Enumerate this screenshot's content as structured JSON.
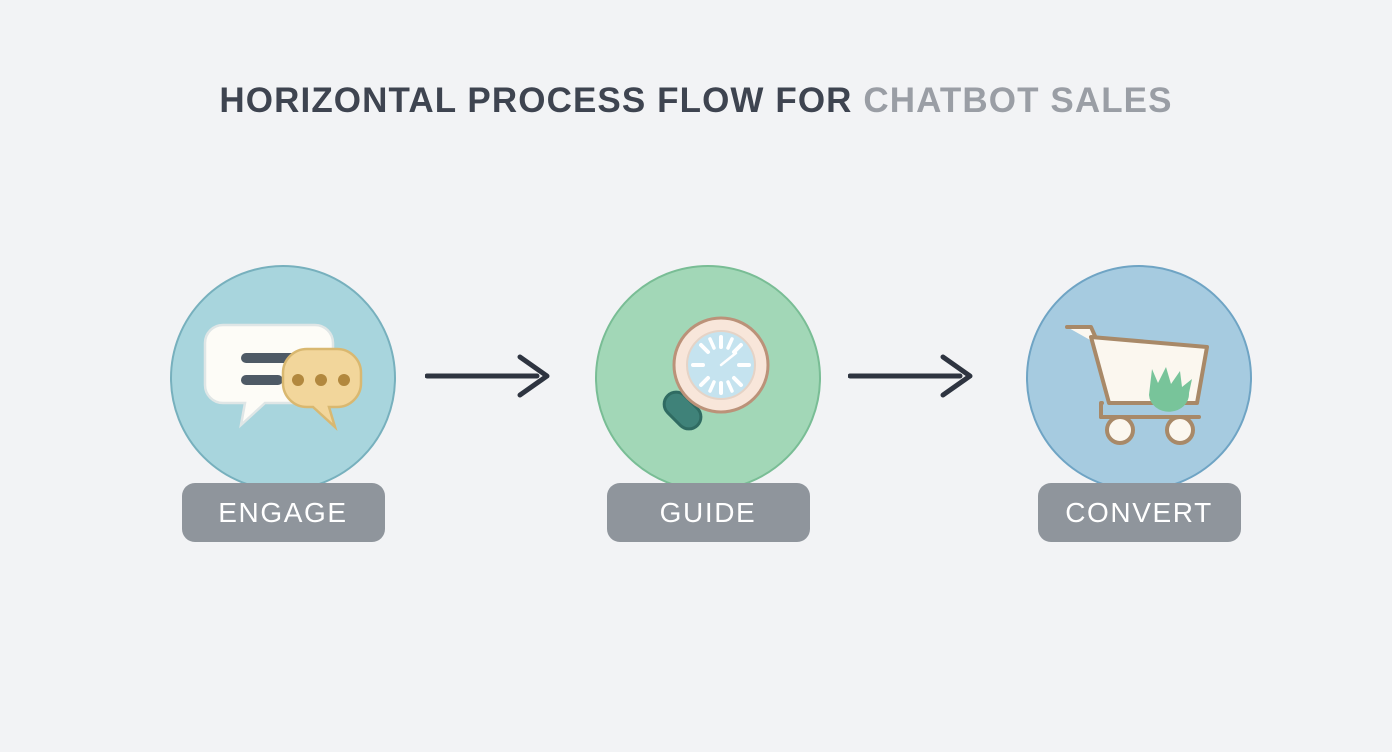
{
  "page": {
    "background_color": "#f2f3f5"
  },
  "title": {
    "primary": "HORIZONTAL PROCESS FLOW FOR",
    "secondary": "CHATBOT SALES",
    "primary_color": "#3e4450",
    "secondary_color": "#9a9ea5"
  },
  "steps": [
    {
      "label": "ENGAGE",
      "icon": "chat-bubbles-icon",
      "circle_fill": "#a8d5dd",
      "circle_stroke": "#77b0bd",
      "label_bg": "#8f959c",
      "label_color": "#ffffff"
    },
    {
      "label": "GUIDE",
      "icon": "magnifying-glass-icon",
      "circle_fill": "#a2d7b7",
      "circle_stroke": "#79bd95",
      "label_bg": "#8f959c",
      "label_color": "#ffffff"
    },
    {
      "label": "CONVERT",
      "icon": "shopping-cart-icon",
      "circle_fill": "#a6cbe0",
      "circle_stroke": "#6fa4c4",
      "label_bg": "#8f959c",
      "label_color": "#ffffff"
    }
  ],
  "connectors": [
    {
      "name": "arrow-engage-to-guide",
      "direction": "right",
      "color": "#2e3440"
    },
    {
      "name": "arrow-guide-to-convert",
      "direction": "right",
      "color": "#2e3440"
    }
  ],
  "icon_palette": {
    "bubble_white": "#fdfcf7",
    "bubble_white_stroke": "#dfe6e6",
    "bubble_lines": "#4e5a66",
    "bubble_yellow": "#f2d69b",
    "bubble_yellow_stroke": "#d9b870",
    "bubble_dots": "#b2883e",
    "lens_ring": "#f8e6da",
    "lens_ring_stroke": "#bb9279",
    "lens_glass": "#c5e3ef",
    "lens_marks": "#ffffff",
    "lens_handle": "#3f8279",
    "lens_handle_stroke": "#2f6b62",
    "cart_body": "#fbf7ef",
    "cart_stroke": "#a88968",
    "cart_leaf": "#78c49a"
  }
}
